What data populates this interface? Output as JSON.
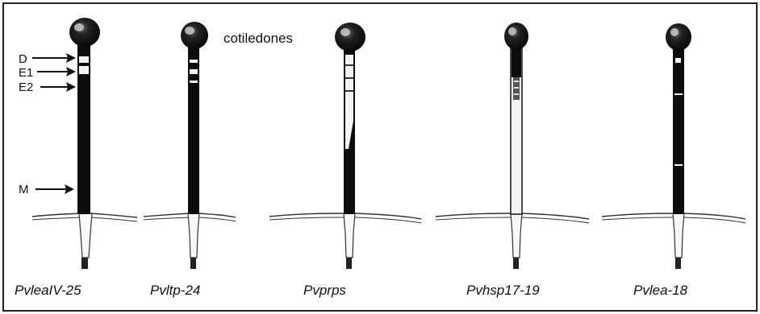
{
  "figure": {
    "annotation_cotyledons": "cotiledones",
    "markers": [
      {
        "id": "D",
        "label": "D"
      },
      {
        "id": "E1",
        "label": "E1"
      },
      {
        "id": "E2",
        "label": "E2"
      },
      {
        "id": "M",
        "label": "M"
      }
    ],
    "seedlings": [
      {
        "name": "PvleaIV-25",
        "pattern": "dark-with-light-top-bands"
      },
      {
        "name": "Pvltp-24",
        "pattern": "dark-with-light-top-stripes"
      },
      {
        "name": "Pvprps",
        "pattern": "light-top-dark-bottom"
      },
      {
        "name": "Pvhsp17-19",
        "pattern": "mostly-light"
      },
      {
        "name": "Pvlea-18",
        "pattern": "dark-with-light-marks"
      }
    ],
    "colors": {
      "ink": "#111111",
      "tissue_light": "#f4f4f4",
      "tissue_dark": "#0d0d0d",
      "frame": "#222222"
    }
  }
}
